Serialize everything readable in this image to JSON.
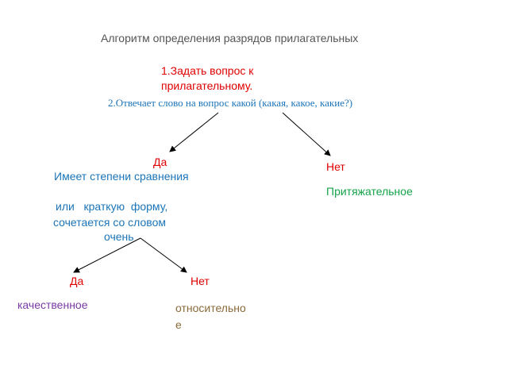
{
  "title": "Алгоритм определения разрядов прилагательных",
  "step1": {
    "line1": "1.Задать вопрос к",
    "line2": "прилагательному."
  },
  "step2": "2.Отвечает слово на вопрос какой (какая, какое, какие?)",
  "branch1": {
    "yes_label": "Да",
    "no_label": "Нет",
    "condition": {
      "line1": "Имеет степени сравнения",
      "line2": "или   краткую  форму,",
      "line3": "сочетается со словом",
      "line4": "очень"
    },
    "no_result": "Притяжательное"
  },
  "branch2": {
    "yes_label": "Да",
    "no_label": "Нет",
    "yes_result": "качественное",
    "no_result": {
      "line1": "относительно",
      "line2": "е"
    }
  },
  "colors": {
    "red": "#e00000",
    "blue": "#1b74b8",
    "green": "#16a34a",
    "purple": "#7a3aa6",
    "brown": "#8a6a3a",
    "title_gray": "#555555"
  }
}
